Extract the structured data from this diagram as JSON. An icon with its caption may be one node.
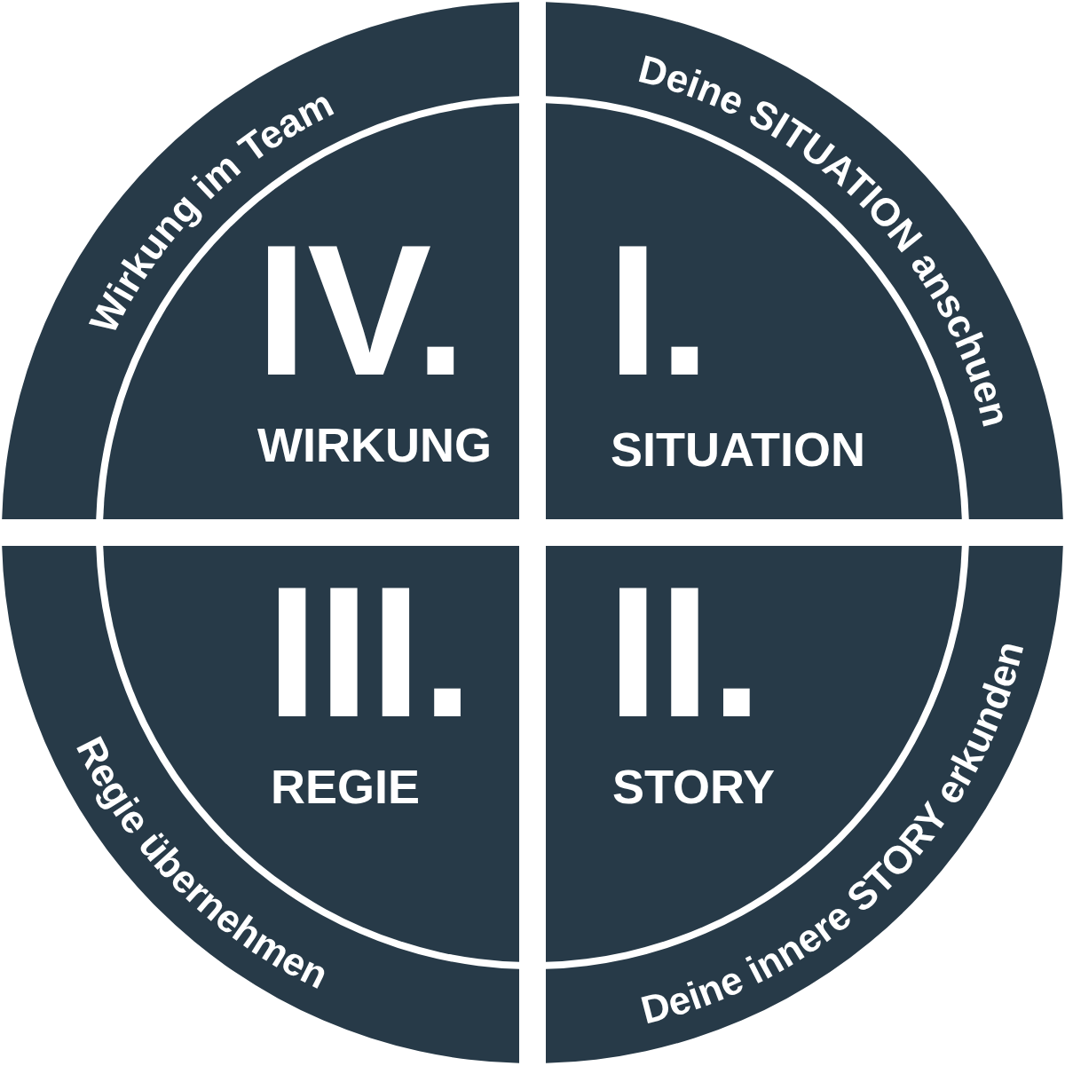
{
  "diagram": {
    "nodes": [
      {
        "text": [
          "Wirkung im Team"
        ]
      },
      {
        "text": [
          "Deine SITUATION anschuen"
        ]
      },
      {
        "text": [
          "IV.",
          "WIRKUNG"
        ]
      },
      {
        "text": [
          "I.",
          "SITUATION"
        ]
      },
      {
        "text": [
          "III.",
          "REGIE"
        ]
      },
      {
        "text": [
          "II.",
          "STORY"
        ]
      },
      {
        "text": [
          "Regie übernehmen"
        ]
      },
      {
        "text": [
          "Deine innere STORY erkunden"
        ]
      }
    ]
  }
}
